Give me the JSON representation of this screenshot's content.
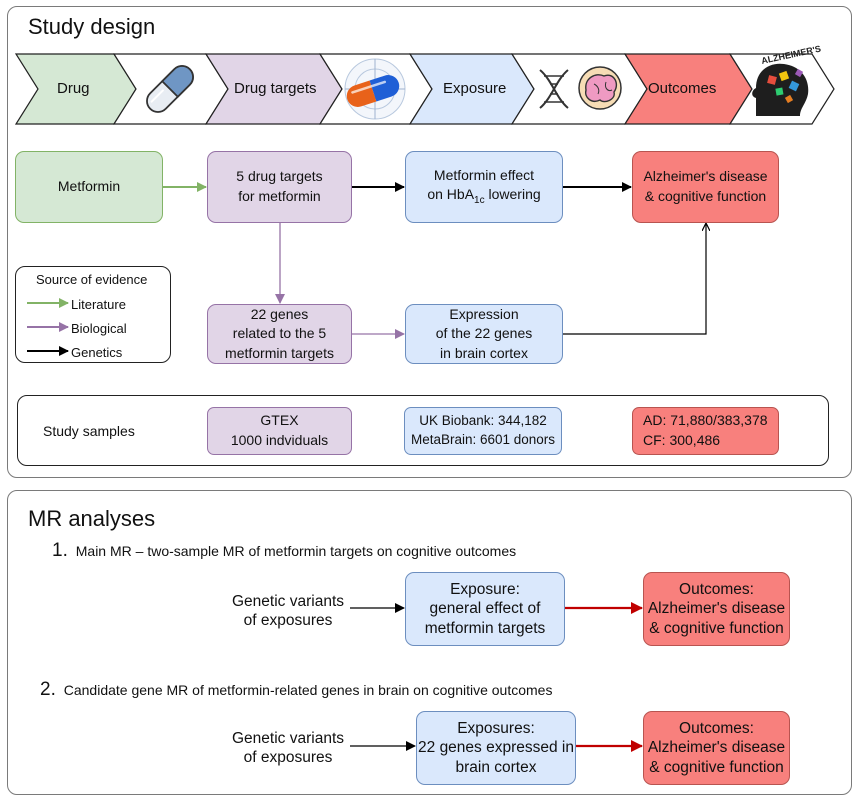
{
  "study_design": {
    "title": "Study design",
    "stages": [
      "Drug",
      "Drug targets",
      "Exposure",
      "Outcomes"
    ],
    "icons": [
      "pill-capsule-icon",
      "targeted-capsule-icon",
      "dna-brain-icon",
      "alzheimers-head-icon"
    ],
    "flow": {
      "metformin": "Metformin",
      "targets": [
        "5 drug targets",
        "for metformin"
      ],
      "effect_line1": "Metformin effect",
      "effect_line2_prefix": "on HbA",
      "effect_sub": "1c",
      "effect_line2_suffix": " lowering",
      "outcome": [
        "Alzheimer's disease",
        "& cognitive function"
      ],
      "genes": [
        "22 genes",
        "related to the 5",
        "metformin targets"
      ],
      "expression": [
        "Expression",
        "of the 22 genes",
        "in brain cortex"
      ]
    },
    "legend": {
      "title": "Source of evidence",
      "items": [
        "Literature",
        "Biological",
        "Genetics"
      ]
    },
    "samples": {
      "label": "Study samples",
      "gtex": [
        "GTEX",
        "1000 indviduals"
      ],
      "ukb": [
        "UK Biobank: 344,182",
        "MetaBrain: 6601 donors"
      ],
      "outcomes": [
        "AD: 71,880/383,378",
        "CF: 300,486"
      ]
    }
  },
  "mr_analyses": {
    "title": "MR analyses",
    "sections": [
      {
        "number": "1.",
        "heading": "Main MR – two-sample MR of metformin targets on cognitive outcomes",
        "input": [
          "Genetic variants",
          "of exposures"
        ],
        "exposure": [
          "Exposure:",
          "general effect of",
          "metformin targets"
        ],
        "outcome": [
          "Outcomes:",
          "Alzheimer's disease",
          "& cognitive function"
        ]
      },
      {
        "number": "2.",
        "heading": "Candidate gene MR of metformin-related genes in brain on cognitive outcomes",
        "input": [
          "Genetic variants",
          "of exposures"
        ],
        "exposure": [
          "Exposures:",
          "22 genes expressed in",
          "brain cortex"
        ],
        "outcome": [
          "Outcomes:",
          "Alzheimer's disease",
          "& cognitive function"
        ]
      }
    ]
  },
  "colors": {
    "literature": "#82b366",
    "biological": "#9673a6",
    "genetics": "#000000",
    "mr_outcome_arrow": "#c00000"
  }
}
